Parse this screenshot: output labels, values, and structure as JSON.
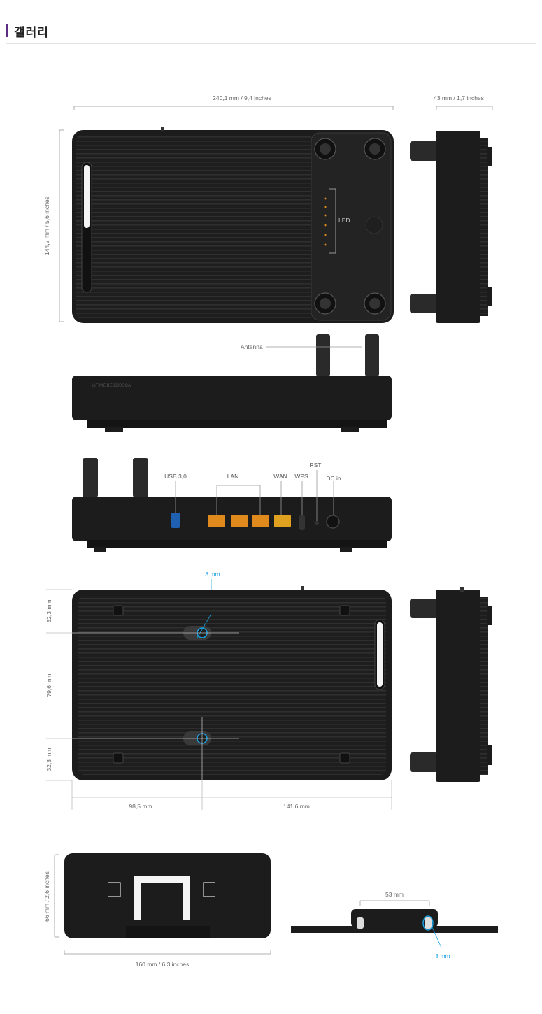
{
  "section": {
    "title": "갤러리"
  },
  "dimensions": {
    "top_width": "240,1 mm / 9,4 inches",
    "side_width": "43 mm / 1,7 inches",
    "top_height": "144,2 mm / 5,6 inches",
    "bottom_top_gap": "32,3 mm",
    "bottom_mid_gap": "79,6 mm",
    "bottom_low_gap": "32,3 mm",
    "bottom_left": "98,5 mm",
    "bottom_right": "141,6 mm",
    "screw_top": "8 mm",
    "bracket_height": "66 mm / 2,6 inches",
    "bracket_width": "160 mm / 6,3 inches",
    "bracket_side_span": "53 mm",
    "bracket_side_screw": "8 mm"
  },
  "labels": {
    "led": "LED",
    "antenna": "Antenna",
    "usb": "USB 3,0",
    "lan": "LAN",
    "wan": "WAN",
    "wps": "WPS",
    "rst": "RST",
    "dc": "DC in",
    "front_brand": "ipTIME BE3600QCA"
  },
  "colors": {
    "accent": "#5c2d80",
    "device": "#1c1c1c",
    "port_orange": "#e08a1e",
    "blue": "#1aa0e0"
  }
}
